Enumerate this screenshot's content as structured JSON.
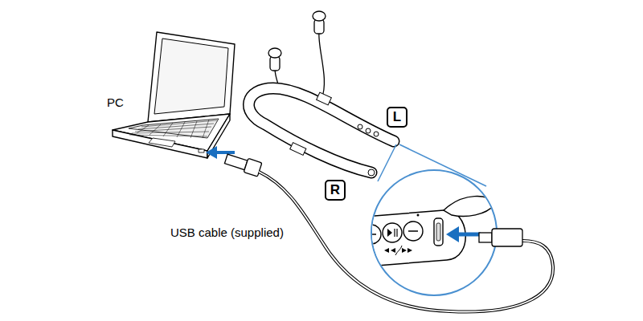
{
  "diagram": {
    "nodes": [
      {
        "text": [
          "L"
        ]
      },
      {
        "text": [
          "R"
        ]
      }
    ],
    "labels": [
      "PC",
      "USB cable (supplied)"
    ]
  }
}
